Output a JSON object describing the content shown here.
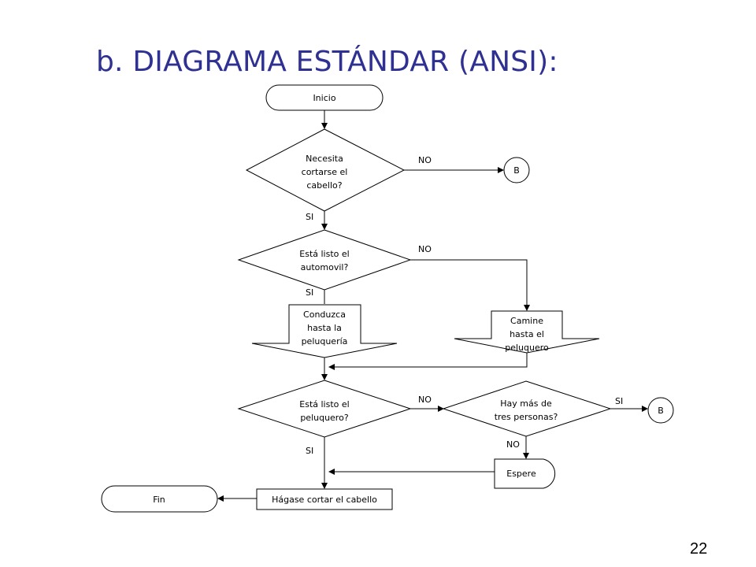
{
  "slide": {
    "title": "b. DIAGRAMA ESTÁNDAR (ANSI):",
    "page_number": "22",
    "title_color": "#2e3192"
  },
  "nodes": {
    "inicio": "Inicio",
    "d1": [
      "Necesita",
      "cortarse el",
      "cabello?"
    ],
    "b1": "B",
    "d2": [
      "Está listo el",
      "automovil?"
    ],
    "p1": [
      "Conduzca",
      "hasta la",
      "peluquería"
    ],
    "p2": [
      "Camine",
      "hasta el",
      "peluquero"
    ],
    "d3": [
      "Está listo el",
      "peluquero?"
    ],
    "d4": [
      "Hay más de",
      "tres personas?"
    ],
    "b2": "B",
    "espere": "Espere",
    "hagase": "Hágase cortar el cabello",
    "fin": "Fin"
  },
  "labels": {
    "no1": "NO",
    "si1": "SI",
    "no2": "NO",
    "si2": "SI",
    "no3": "NO",
    "si3": "SI",
    "si4": "SI",
    "no4": "NO"
  }
}
